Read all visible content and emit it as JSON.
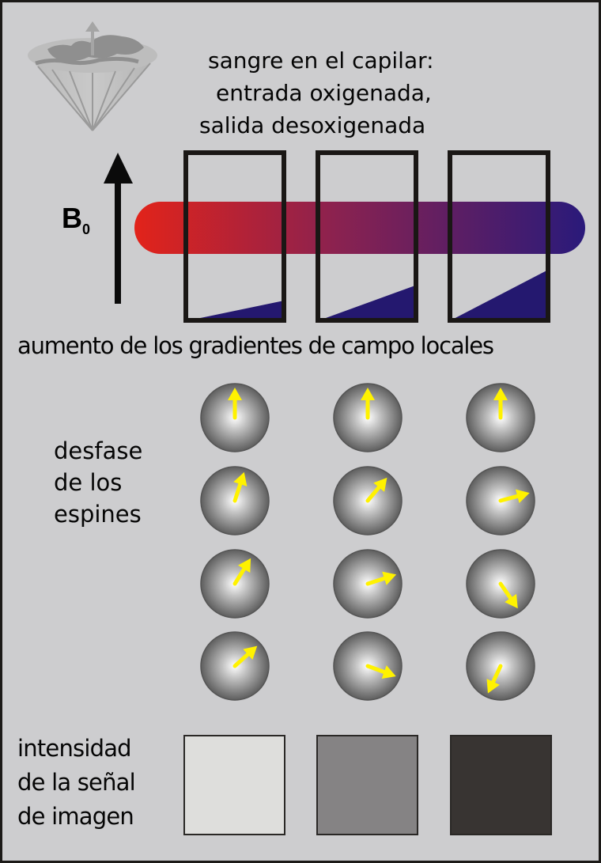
{
  "title_lines": [
    "sangre en el capilar:",
    "entrada oxigenada,",
    "salida desoxigenada"
  ],
  "field_label": "B",
  "field_subscript": "0",
  "gradients_label": "aumento de los gradientes de campo locales",
  "dephasing_label_lines": [
    "desfase",
    "de los",
    "espines"
  ],
  "signal_label_lines": [
    "intensidad",
    "de la señal",
    "de imagen"
  ],
  "colors": {
    "background": "#cdcdcf",
    "border": "#1c1a18",
    "oxygenated": "#e2231a",
    "deoxygenated": "#2a1a7a",
    "wedge": "#24186f",
    "spin_arrow": "#fff200",
    "signal_levels": [
      "#dededc",
      "#858384",
      "#383432"
    ]
  },
  "field_gradient_levels": [
    0.12,
    0.21,
    0.3
  ],
  "spin_angles_deg": [
    [
      0,
      0,
      0
    ],
    [
      18,
      40,
      75
    ],
    [
      32,
      72,
      145
    ],
    [
      48,
      110,
      205
    ]
  ],
  "icons": {
    "precession_cone": "precession-cone-icon",
    "field_arrow": "b0-arrow-icon"
  }
}
